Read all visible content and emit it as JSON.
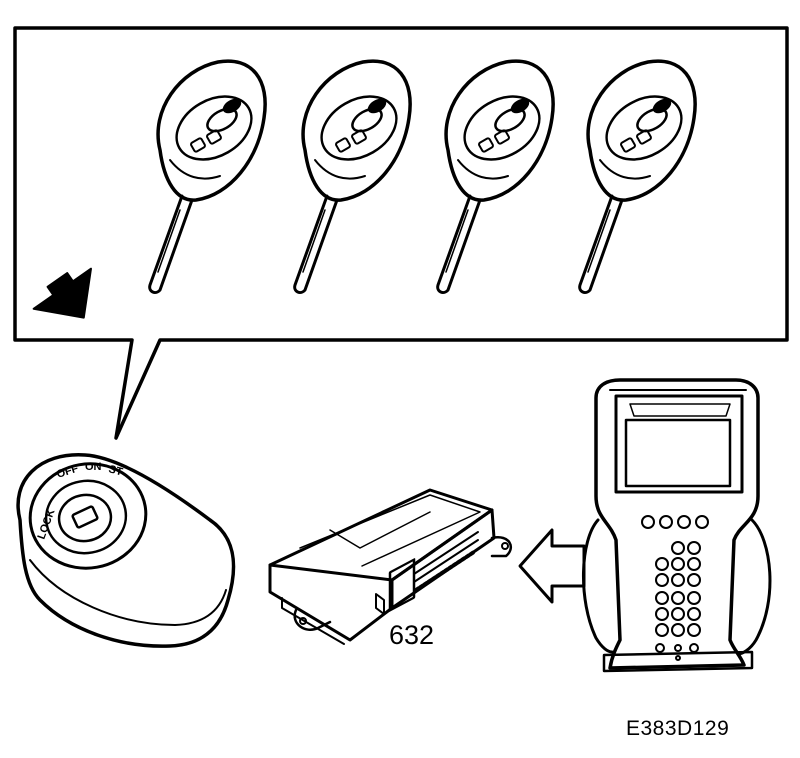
{
  "figure": {
    "part_number": "632",
    "figure_id": "E383D129",
    "key_count": 4,
    "ignition_positions": [
      "LOCK",
      "OFF",
      "ON",
      "ST"
    ],
    "icons": [
      "key-icon",
      "ignition-switch-icon",
      "control-module-icon",
      "diagnostic-tester-icon",
      "pointer-arrow-icon",
      "hollow-arrow-icon"
    ]
  }
}
